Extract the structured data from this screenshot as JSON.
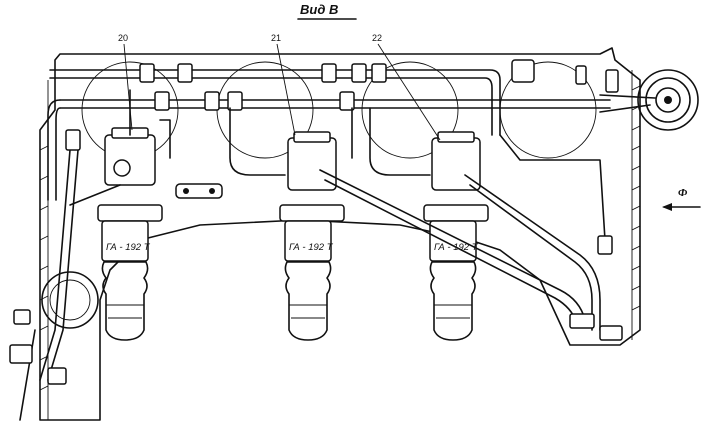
{
  "title": "Вид В",
  "callouts": [
    "20",
    "21",
    "22"
  ],
  "units": [
    {
      "label": "ГА - 192 Т"
    },
    {
      "label": "ГА - 192 Т"
    },
    {
      "label": "ГА - 192 Т"
    }
  ],
  "direction_label": "Ф"
}
